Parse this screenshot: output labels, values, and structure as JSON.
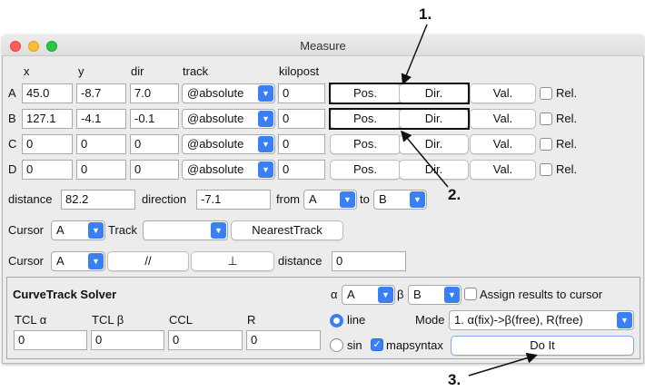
{
  "window": {
    "title": "Measure"
  },
  "headers": {
    "x": "x",
    "y": "y",
    "dir": "dir",
    "track": "track",
    "kilopost": "kilopost"
  },
  "rows": [
    {
      "label": "A",
      "x": "45.0",
      "y": "-8.7",
      "dir": "7.0",
      "track": "@absolute",
      "kilopost": "0",
      "pos": "Pos.",
      "dirb": "Dir.",
      "val": "Val.",
      "rel": "Rel."
    },
    {
      "label": "B",
      "x": "127.1",
      "y": "-4.1",
      "dir": "-0.1",
      "track": "@absolute",
      "kilopost": "0",
      "pos": "Pos.",
      "dirb": "Dir.",
      "val": "Val.",
      "rel": "Rel."
    },
    {
      "label": "C",
      "x": "0",
      "y": "0",
      "dir": "0",
      "track": "@absolute",
      "kilopost": "0",
      "pos": "Pos.",
      "dirb": "Dir.",
      "val": "Val.",
      "rel": "Rel."
    },
    {
      "label": "D",
      "x": "0",
      "y": "0",
      "dir": "0",
      "track": "@absolute",
      "kilopost": "0",
      "pos": "Pos.",
      "dirb": "Dir.",
      "val": "Val.",
      "rel": "Rel."
    }
  ],
  "distance_row": {
    "distance_label": "distance",
    "distance": "82.2",
    "direction_label": "direction",
    "direction": "-7.1",
    "from_label": "from",
    "from": "A",
    "to_label": "to",
    "to": "B"
  },
  "cursor_row1": {
    "cursor_label": "Cursor",
    "cursor": "A",
    "track_label": "Track",
    "track": "",
    "nearest": "NearestTrack"
  },
  "cursor_row2": {
    "cursor_label": "Cursor",
    "cursor": "A",
    "parallel": "//",
    "perpendicular": "⊥",
    "distance_label": "distance",
    "distance": "0"
  },
  "solver": {
    "title": "CurveTrack Solver",
    "alpha_label": "α",
    "alpha": "A",
    "beta_label": "β",
    "beta": "B",
    "assign": "Assign results to cursor",
    "tcl_a_label": "TCL α",
    "tcl_a": "0",
    "tcl_b_label": "TCL β",
    "tcl_b": "0",
    "ccl_label": "CCL",
    "ccl": "0",
    "r_label": "R",
    "r": "0",
    "line": "line",
    "sin": "sin",
    "mapsyntax": "mapsyntax",
    "mode_label": "Mode",
    "mode": "1. α(fix)->β(free), R(free)",
    "doit": "Do It"
  },
  "callouts": {
    "c1": "1.",
    "c2": "2.",
    "c3": "3."
  },
  "colors": {
    "accent": "#3a7ff6",
    "close": "#fd5f57",
    "minimize": "#febc2e",
    "zoom": "#28c840"
  }
}
